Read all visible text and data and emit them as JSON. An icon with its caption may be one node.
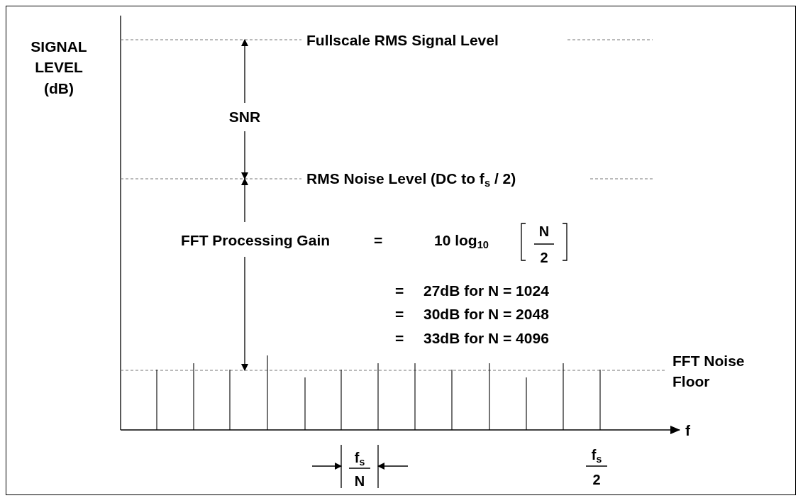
{
  "diagram": {
    "labels": [
      "SIGNAL LEVEL (dB)",
      "Fullscale RMS Signal Level",
      "SNR",
      "RMS Noise Level (DC to f$_{s}$ / 2)",
      "FFT Processing Gain",
      "=",
      "10 log$_{10}$",
      "N",
      "2",
      "=",
      "27dB for N = 1024",
      "=",
      "30dB for N = 2048",
      "=",
      "33dB for N = 4096",
      "FFT Noise Floor",
      "f",
      "f$_{s}$",
      "N",
      "f$_{s}$",
      "2"
    ]
  }
}
